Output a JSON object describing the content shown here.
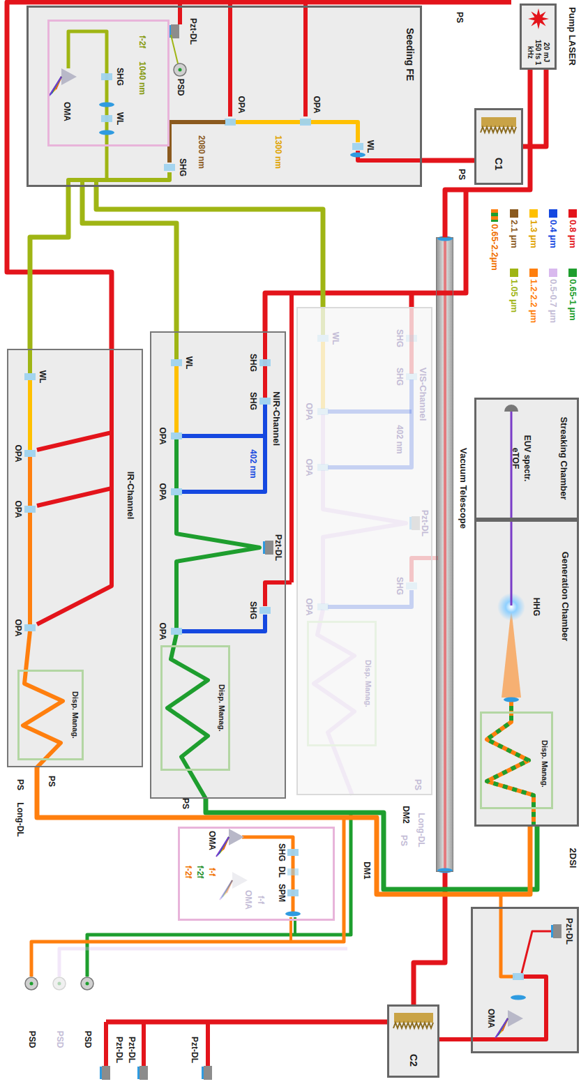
{
  "diagram": {
    "nodes": [
      {
        "text": [
          "Pump LASER",
          "20 mJ 150 fs 1 kHz"
        ]
      },
      {
        "text": [
          "C1"
        ]
      },
      {
        "text": [
          "Seeding FE"
        ]
      },
      {
        "text": [
          "f-2f",
          "1040 nm"
        ],
        "in": 2
      },
      {
        "text": [
          "Streaking Chamber",
          "EUV spectr.",
          "eTOF"
        ]
      },
      {
        "text": [
          "Generation Chamber",
          "HHG"
        ]
      },
      {
        "text": [
          "Disp. Manag."
        ],
        "in": 5
      },
      {
        "text": [
          "Vacuum Telescope"
        ]
      },
      {
        "text": [
          "VIS-Channel"
        ]
      },
      {
        "text": [
          "Disp. Manag."
        ],
        "in": 8
      },
      {
        "text": [
          "NIR-Channel"
        ]
      },
      {
        "text": [
          "Disp. Manag."
        ],
        "in": 10
      },
      {
        "text": [
          "IR-Channel"
        ]
      },
      {
        "text": [
          "Disp. Manag."
        ],
        "in": 12
      },
      {
        "text": [
          "OMA",
          "f-f",
          "f-2f",
          "f-2f"
        ]
      },
      {
        "text": [
          "2DSI",
          "Pzt-DL",
          "OMA"
        ]
      },
      {
        "text": [
          "C2"
        ]
      }
    ],
    "edges": [
      {
        "from": 0,
        "to": 1,
        "arrow": "none"
      },
      {
        "from": 1,
        "to": 2,
        "arrow": "none"
      },
      {
        "from": 0,
        "to": 7,
        "arrow": "none"
      },
      {
        "from": 2,
        "to": 8,
        "arrow": "none"
      },
      {
        "from": 2,
        "to": 10,
        "arrow": "none"
      },
      {
        "from": 2,
        "to": 12,
        "arrow": "none"
      },
      {
        "from": 10,
        "to": 5,
        "arrow": "none"
      },
      {
        "from": 12,
        "to": 5,
        "arrow": "none"
      }
    ],
    "labels": [
      "PS",
      "PS",
      "WL",
      "1300 nm",
      "OPA",
      "OPA",
      "2080 nm",
      "Pzt-DL",
      "PSD",
      "SHG",
      "SHG",
      "WL",
      "OMA",
      "SHG",
      "SHG",
      "402 nm",
      "Pzt-DL",
      "WL",
      "OPA",
      "OPA",
      "SHG",
      "OPA",
      "PS",
      "Long-DL",
      "PS",
      "SHG",
      "SHG",
      "402 nm",
      "Pzt-DL",
      "WL",
      "OPA",
      "OPA",
      "SHG",
      "OPA",
      "WL",
      "OPA",
      "OPA",
      "OPA",
      "PS",
      "PS",
      "PS",
      "Long-DL",
      "DM1",
      "DM2",
      "f-f",
      "OMA",
      "SPM",
      "DL",
      "SHG",
      "PSD",
      "PSD",
      "PSD",
      "Pzt-DL",
      "Pzt-DL",
      "Pzt-DL"
    ],
    "legend": [
      {
        "text": "0.8 µm",
        "color": "#e3141b"
      },
      {
        "text": "0.65-1 µm",
        "color": "#1e9e2e"
      },
      {
        "text": "0.4 µm",
        "color": "#1548e0"
      },
      {
        "text": "0.5-0.7 µm",
        "color": "#d9b9ee"
      },
      {
        "text": "1.3 µm",
        "color": "#ffc000"
      },
      {
        "text": "1.2-2.2 µm",
        "color": "#ff7f0e"
      },
      {
        "text": "2.1 µm",
        "color": "#8b5a1e"
      },
      {
        "text": "1.05 µm",
        "color": "#9fb514"
      },
      {
        "text": "0.65-2.2µm"
      }
    ]
  }
}
